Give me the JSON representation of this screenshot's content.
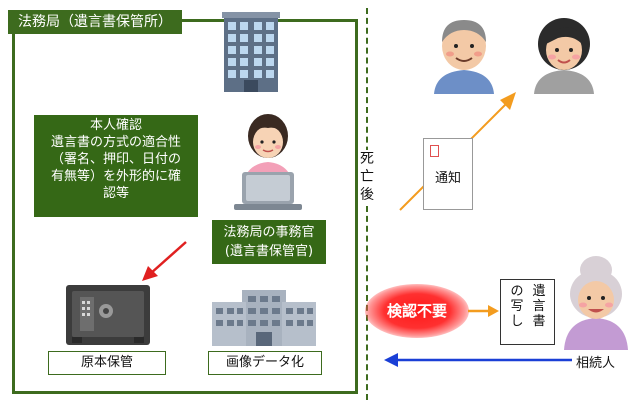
{
  "colors": {
    "frame_green": "#3d6b1e",
    "box_green": "#356816",
    "red_arrow": "#e02020",
    "orange_arrow": "#f39c1f",
    "blue_arrow": "#1a3fd6"
  },
  "legal_bureau": {
    "title": "法務局（遺言書保管所）",
    "identity_check": {
      "lines": [
        "本人確認",
        "遺言書の方式の適合性",
        "（署名、押印、日付の",
        "有無等）を外形的に確",
        "認等"
      ]
    },
    "officer_caption": {
      "lines": [
        "法務局の事務官",
        "(遺言書保管官)"
      ]
    },
    "original_storage_label": "原本保管",
    "image_data_label": "画像データ化"
  },
  "after_death": {
    "chars": [
      "死",
      "亡",
      "後"
    ]
  },
  "notice_card": {
    "label": "通知"
  },
  "no_verification": {
    "label": "検認不要"
  },
  "copy_of_will": {
    "columns": [
      [
        "遺",
        "言",
        "書"
      ],
      [
        "の",
        "写",
        "し"
      ]
    ]
  },
  "heir_label": "相続人",
  "icons": [
    "office-building-icon",
    "office-building-wide-icon",
    "safe-icon",
    "officer-at-laptop-icon",
    "family-man-icon",
    "family-woman-icon",
    "elderly-woman-icon"
  ]
}
